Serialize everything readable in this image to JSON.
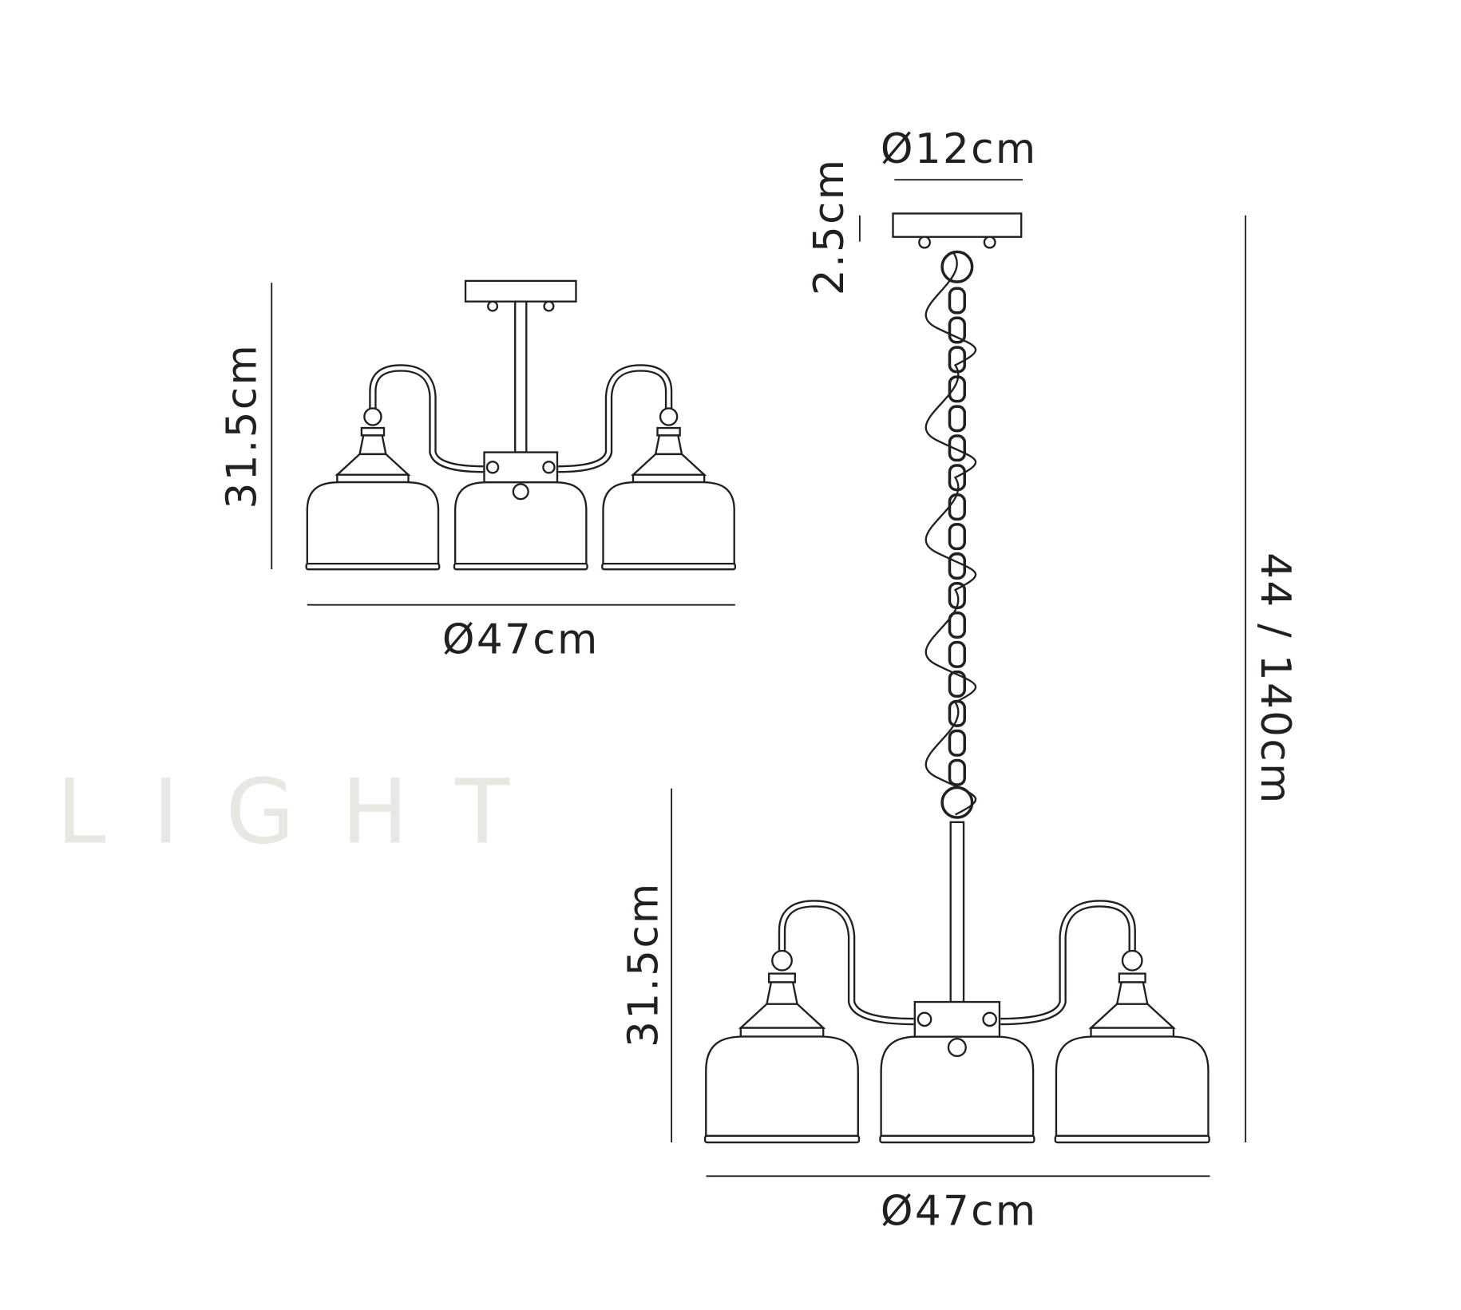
{
  "watermark": "LIGHT",
  "semi_flush": {
    "height_label": "31.5cm",
    "diameter_label": "Ø47cm"
  },
  "pendant": {
    "canopy_diameter_label": "Ø12cm",
    "canopy_height_label": "2.5cm",
    "drop_label": "44 / 140cm",
    "height_label": "31.5cm",
    "diameter_label": "Ø47cm"
  },
  "colors": {
    "line": "#231f20",
    "watermark": "#e9e7e2"
  }
}
